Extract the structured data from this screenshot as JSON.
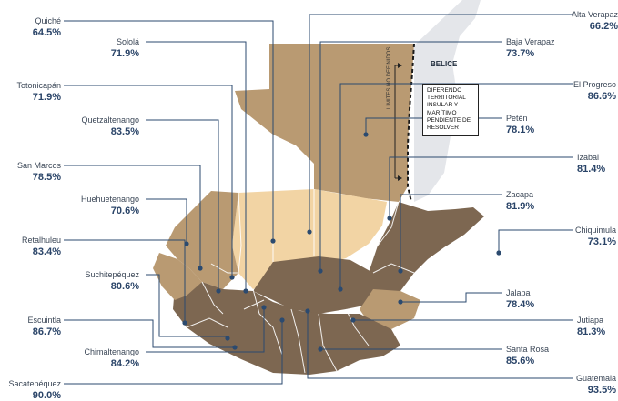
{
  "colors": {
    "light": "#f2d4a4",
    "mid": "#b99a72",
    "dark": "#7d6751",
    "leader": "#2b4a6f",
    "belize": "#e4e6ea"
  },
  "notes": {
    "belice": "BELICE",
    "box": "DIFERENDO TERRITORIAL INSULAR Y MARÍTIMO PENDIENTE DE RESOLVER",
    "limites": "LÍMITES NO DEFINIDOS"
  },
  "departments": [
    {
      "name": "Quiché",
      "value": "64.5%"
    },
    {
      "name": "Sololá",
      "value": "71.9%"
    },
    {
      "name": "Totonicapán",
      "value": "71.9%"
    },
    {
      "name": "Quetzaltenango",
      "value": "83.5%"
    },
    {
      "name": "San Marcos",
      "value": "78.5%"
    },
    {
      "name": "Huehuetenango",
      "value": "70.6%"
    },
    {
      "name": "Retalhuleu",
      "value": "83.4%"
    },
    {
      "name": "Suchitepéquez",
      "value": "80.6%"
    },
    {
      "name": "Escuintla",
      "value": "86.7%"
    },
    {
      "name": "Chimaltenango",
      "value": "84.2%"
    },
    {
      "name": "Sacatepéquez",
      "value": "90.0%"
    },
    {
      "name": "Alta Verapaz",
      "value": "66.2%"
    },
    {
      "name": "Baja Verapaz",
      "value": "73.7%"
    },
    {
      "name": "El Progreso",
      "value": "86.6%"
    },
    {
      "name": "Petén",
      "value": "78.1%"
    },
    {
      "name": "Izabal",
      "value": "81.4%"
    },
    {
      "name": "Zacapa",
      "value": "81.9%"
    },
    {
      "name": "Chiquimula",
      "value": "73.1%"
    },
    {
      "name": "Jalapa",
      "value": "78.4%"
    },
    {
      "name": "Jutiapa",
      "value": "81.3%"
    },
    {
      "name": "Santa Rosa",
      "value": "85.6%"
    },
    {
      "name": "Guatemala",
      "value": "93.5%"
    }
  ]
}
